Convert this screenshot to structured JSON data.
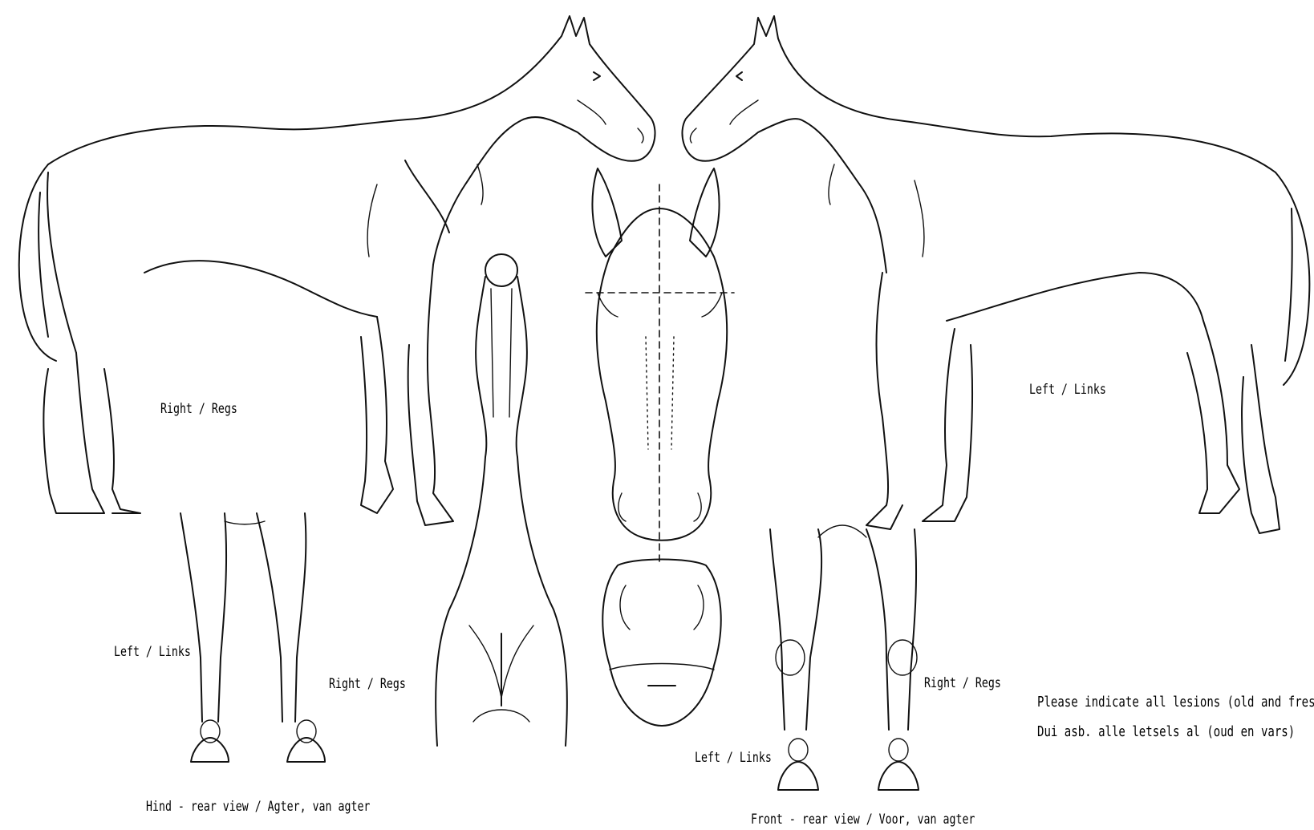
{
  "labels": {
    "left_horse_side": "Right / Regs",
    "right_horse_side": "Left / Links",
    "hind_left": "Left / Links",
    "hind_right": "Right / Regs",
    "front_right": "Right / Regs",
    "front_left": "Left / Links",
    "hind_caption": "Hind - rear view / Agter, van agter",
    "front_caption": "Front - rear view / Voor, van agter",
    "instruction_en": "Please indicate all lesions (old and fresh)",
    "instruction_af": "Dui asb. alle letsels al (oud en vars)"
  }
}
